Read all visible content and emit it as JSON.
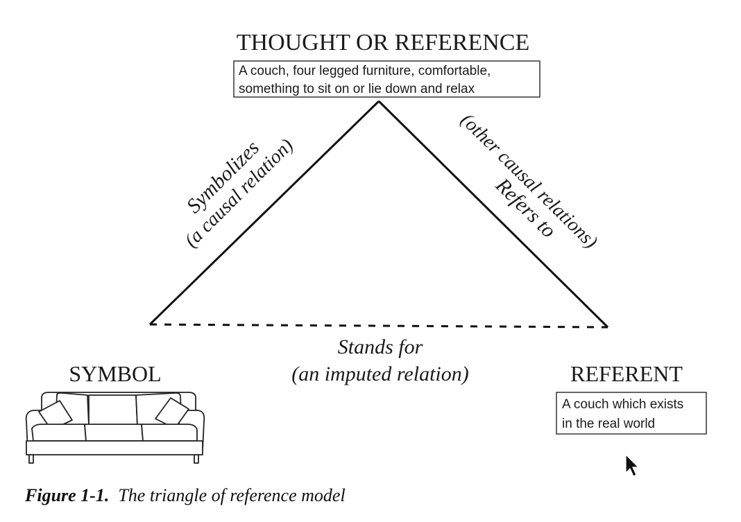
{
  "nodes": {
    "thought": {
      "title": "THOUGHT OR REFERENCE",
      "desc_line1": "A couch, four legged furniture, comfortable,",
      "desc_line2": "something to sit on or lie down and relax"
    },
    "symbol": {
      "title": "SYMBOL",
      "image": "couch-drawing"
    },
    "referent": {
      "title": "REFERENT",
      "desc_line1": "A couch which exists",
      "desc_line2": "in the real world"
    }
  },
  "edges": {
    "left": {
      "label": "Symbolizes",
      "sublabel": "(a causal relation)",
      "style": "solid"
    },
    "right": {
      "label": "Refers to",
      "sublabel": "(other causal relations)",
      "style": "solid"
    },
    "bottom": {
      "label": "Stands for",
      "sublabel": "(an imputed relation)",
      "style": "dashed"
    }
  },
  "caption": {
    "figure": "Figure 1-1.",
    "text": "The triangle of reference model"
  },
  "cursor_icon": "arrow-cursor-icon"
}
